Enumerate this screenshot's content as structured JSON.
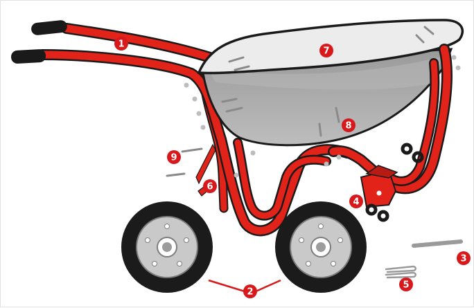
{
  "colors": {
    "frame_red": "#e2231a",
    "frame_dark_red": "#b71c14",
    "outline": "#1a1a1a",
    "tray_light": "#ececec",
    "tray_mid": "#a9a9a9",
    "tray_dark": "#7f7f7f",
    "tire": "#1b1b1b",
    "rim": "#c9c9c9",
    "hub": "#9c9c9c",
    "hardware": "#9a9a9a",
    "callout_red": "#d7191c",
    "background": "#ffffff"
  },
  "callouts": [
    {
      "id": "handle-frame",
      "label": "1"
    },
    {
      "id": "wheels",
      "label": "2"
    },
    {
      "id": "axle",
      "label": "3"
    },
    {
      "id": "axle-bracket",
      "label": "4"
    },
    {
      "id": "cotter-pins",
      "label": "5"
    },
    {
      "id": "stay-brace",
      "label": "6"
    },
    {
      "id": "tray",
      "label": "7"
    },
    {
      "id": "tray-bolts",
      "label": "8"
    },
    {
      "id": "frame-bolts",
      "label": "9"
    }
  ],
  "icons": {
    "handle-grip": "handle-grip-icon",
    "wheel": "wheel-icon",
    "bolt": "bolt-icon",
    "washer": "washer-icon",
    "nut": "nut-icon"
  }
}
